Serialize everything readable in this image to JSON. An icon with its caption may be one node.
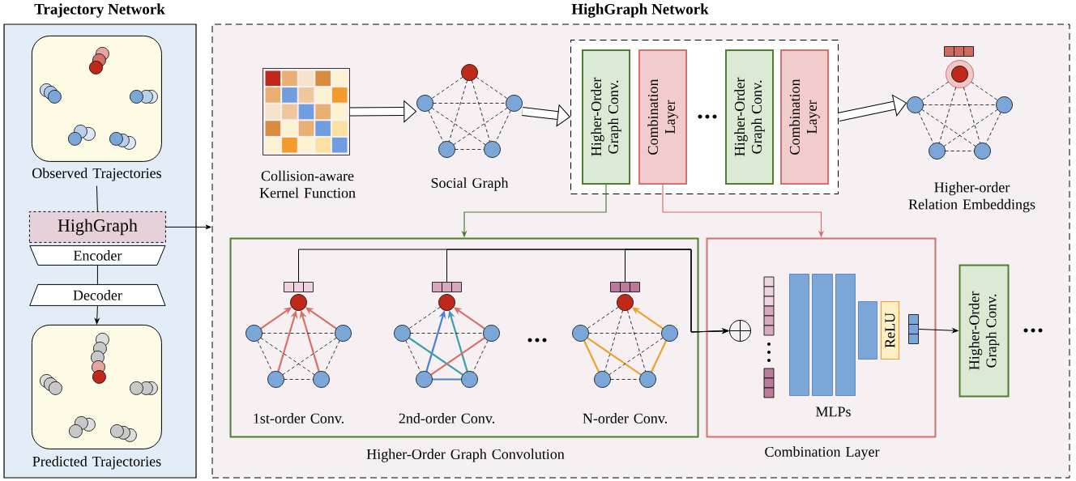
{
  "diagram": {
    "nodes": [
      {
        "text": [
          "Trajectory Network"
        ]
      },
      {
        "text": [
          "Observed Trajectories"
        ],
        "in": 0
      },
      {
        "text": [
          "HighGraph"
        ],
        "in": 0
      },
      {
        "text": [
          "Encoder"
        ],
        "in": 0
      },
      {
        "text": [
          "Decoder"
        ],
        "in": 0
      },
      {
        "text": [
          "Predicted Trajectories"
        ],
        "in": 0
      },
      {
        "text": [
          "HighGraph Network"
        ]
      },
      {
        "text": [
          "Collision-aware Kernel Function"
        ],
        "in": 6
      },
      {
        "text": [
          "Social Graph"
        ],
        "in": 6
      },
      {
        "text": [],
        "shape": "box",
        "in": 6
      },
      {
        "text": [
          "Higher-Order Graph Conv."
        ],
        "in": 9
      },
      {
        "text": [
          "Combination Layer"
        ],
        "in": 9
      },
      {
        "text": [
          "Higher-Order Graph Conv."
        ],
        "in": 9
      },
      {
        "text": [
          "Combination Layer"
        ],
        "in": 9
      },
      {
        "text": [
          "Higher-order Relation Embeddings"
        ],
        "in": 6
      },
      {
        "text": [
          "Higher-Order Graph Convolution"
        ],
        "in": 6
      },
      {
        "text": [
          "1st-order Conv."
        ],
        "in": 15
      },
      {
        "text": [
          "2nd-order Conv."
        ],
        "in": 15
      },
      {
        "text": [
          "N-order Conv."
        ],
        "in": 15
      },
      {
        "text": [
          "Combination Layer"
        ],
        "in": 6
      },
      {
        "text": [],
        "shape": "circle",
        "in": 19
      },
      {
        "text": [
          "MLPs"
        ],
        "in": 19
      },
      {
        "text": [
          "ReLU"
        ],
        "in": 19
      },
      {
        "text": [],
        "shape": "bar",
        "in": 19
      },
      {
        "text": [
          "Higher-Order Graph Conv."
        ],
        "in": 6
      }
    ],
    "edges": [
      {
        "from": 1,
        "to": 2,
        "arrow": "none"
      },
      {
        "from": 3,
        "to": 4,
        "arrow": "none"
      },
      {
        "from": 4,
        "to": 5,
        "arrow": "to"
      },
      {
        "from": 2,
        "to": 6,
        "arrow": "to"
      },
      {
        "from": 7,
        "to": 8,
        "arrow": "to",
        "style": "thick"
      },
      {
        "from": 8,
        "to": 9,
        "arrow": "to",
        "style": "thick"
      },
      {
        "from": 9,
        "to": 14,
        "arrow": "to",
        "style": "thick"
      },
      {
        "from": 10,
        "to": 15,
        "arrow": "to",
        "color": "#4e7f2d"
      },
      {
        "from": 11,
        "to": 19,
        "arrow": "to",
        "color": "#d6706a"
      },
      {
        "from": 16,
        "to": 20,
        "arrow": "to"
      },
      {
        "from": 17,
        "to": 20,
        "arrow": "to"
      },
      {
        "from": 18,
        "to": 20,
        "arrow": "to"
      },
      {
        "from": 23,
        "to": 24,
        "arrow": "to"
      }
    ]
  }
}
